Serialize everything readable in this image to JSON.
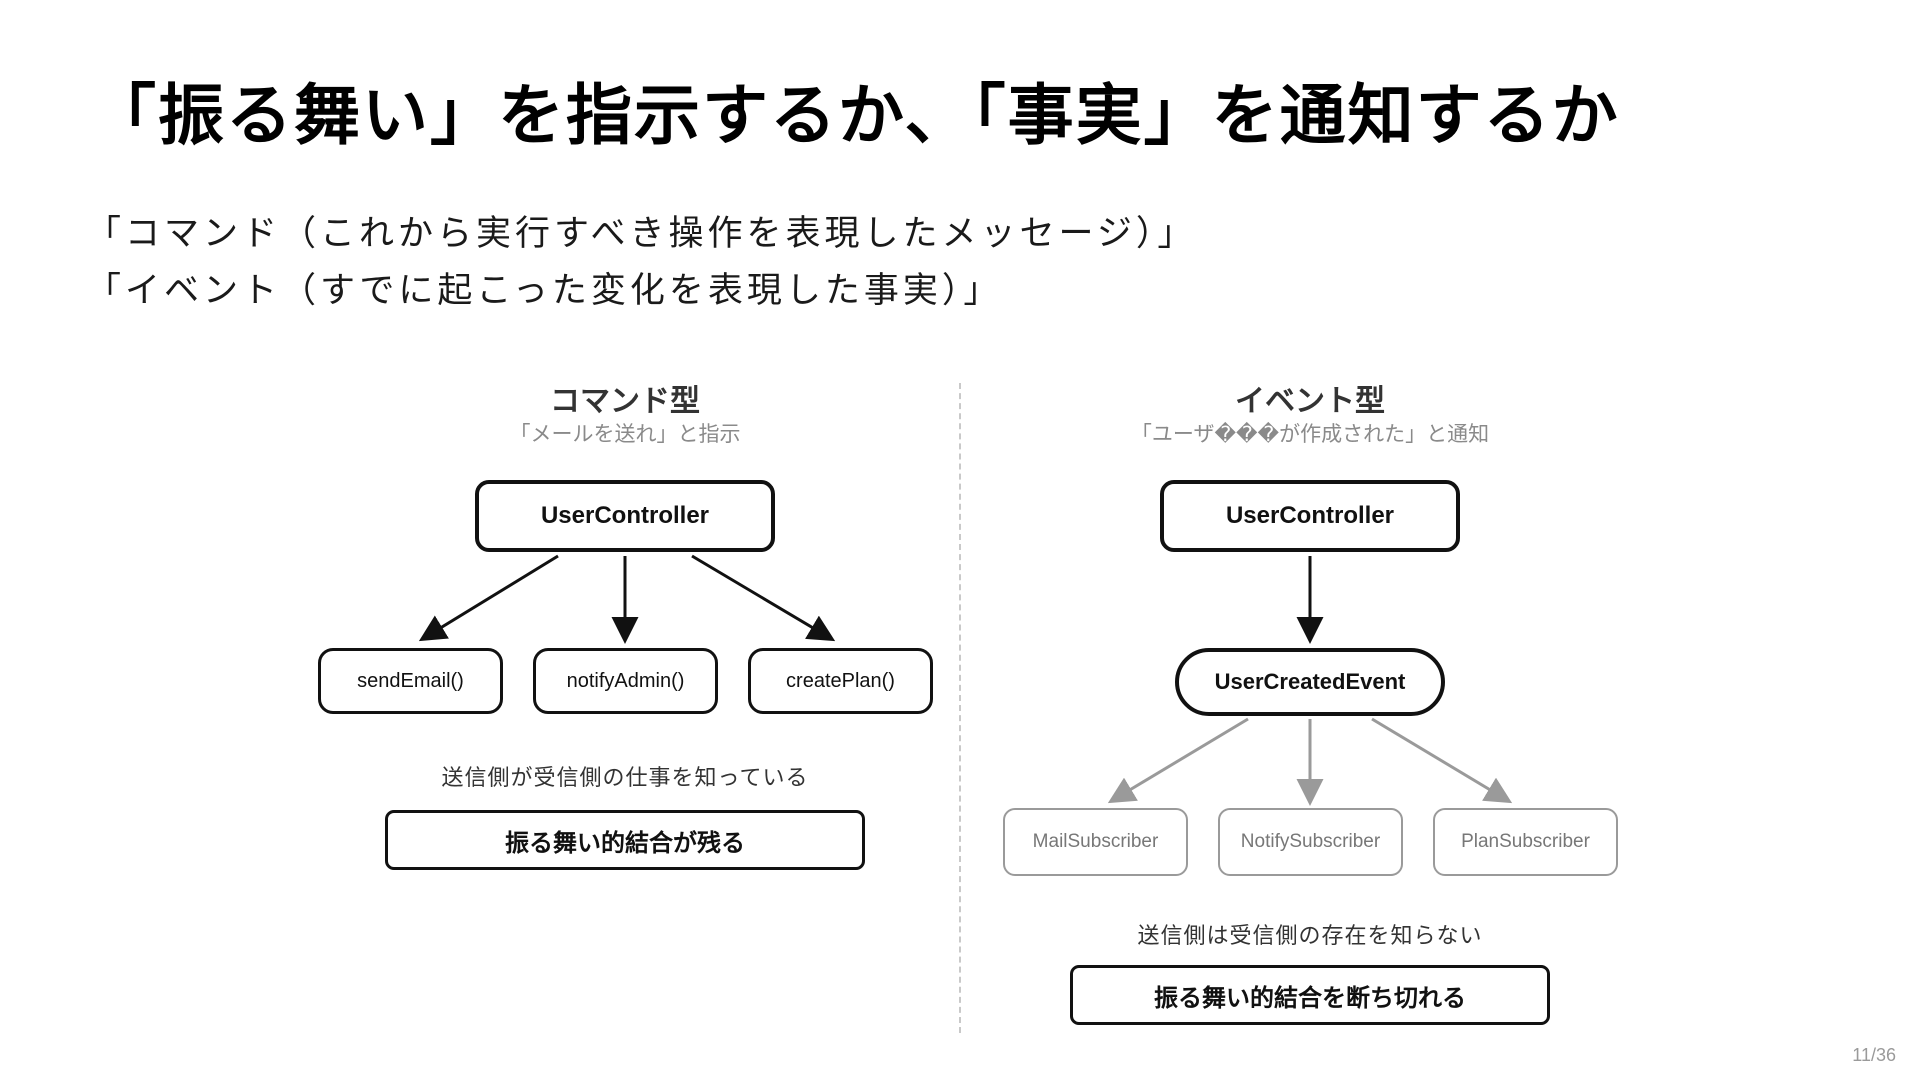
{
  "slide": {
    "title": "「振る舞い」を指示するか、「事実」を通知するか",
    "subtitle_lines": [
      "「コマンド（これから実行すべき操作を表現したメッセージ）」",
      "「イベント（すでに起こった変化を表現した事実）」"
    ],
    "page_number": "11/36"
  },
  "command_diagram": {
    "heading": "コマンド型",
    "caption": "「メールを送れ」と指示",
    "root_node": "UserController",
    "child_nodes": [
      "sendEmail()",
      "notifyAdmin()",
      "createPlan()"
    ],
    "note": "送信側が受信側の仕事を知っている",
    "summary": "振る舞い的結合が残る"
  },
  "event_diagram": {
    "heading": "イベント型",
    "caption": "「ユーザ���が作成された」と通知",
    "root_node": "UserController",
    "event_node": "UserCreatedEvent",
    "subscriber_nodes": [
      "MailSubscriber",
      "NotifySubscriber",
      "PlanSubscriber"
    ],
    "note": "送信側は受信側の存在を知らない",
    "summary": "振る舞い的結合を断ち切れる"
  },
  "colors": {
    "node_border_black": "#111111",
    "node_border_gray": "#9a9a9a",
    "arrow_black": "#111111",
    "arrow_gray": "#9a9a9a",
    "divider_gray": "#c9c9c9",
    "caption_gray": "#8a8a8a"
  }
}
